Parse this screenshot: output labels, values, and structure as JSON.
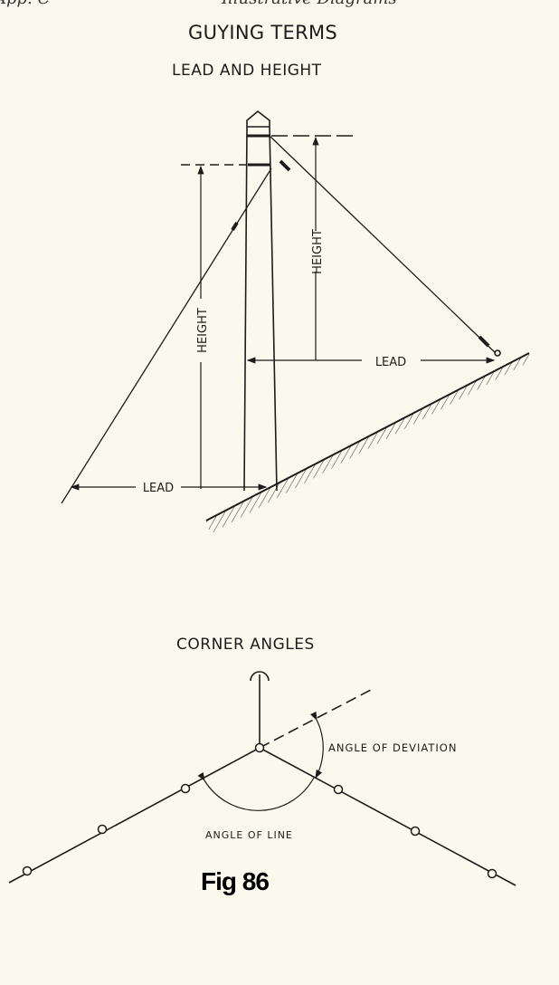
{
  "header": {
    "left": "App. C",
    "center": "Illustrative Diagrams"
  },
  "title": "GUYING TERMS",
  "subtitle": "LEAD AND HEIGHT",
  "lead_height_labels": {
    "height_right": "HEIGHT",
    "lead_right": "LEAD",
    "height_left": "HEIGHT",
    "lead_left": "LEAD"
  },
  "corner_title": "CORNER ANGLES",
  "corner_labels": {
    "deviation": "ANGLE OF DEVIATION",
    "line": "ANGLE OF LINE"
  },
  "figure_label": "Fig 86"
}
